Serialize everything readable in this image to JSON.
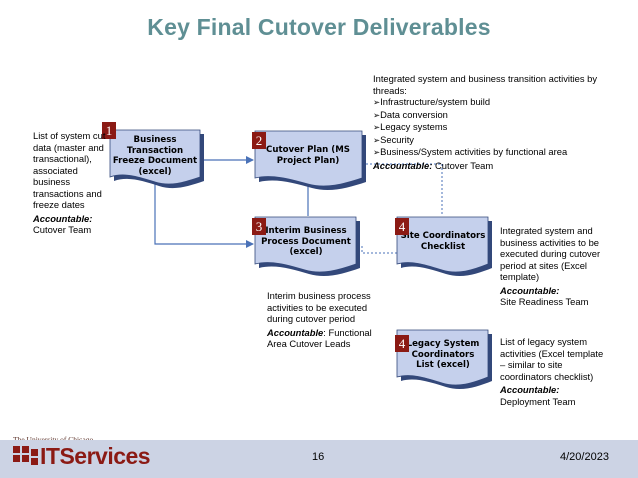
{
  "title": "Key Final Cutover Deliverables",
  "documents": [
    {
      "number": "1",
      "label": "Business Transaction Freeze Document (excel)"
    },
    {
      "number": "2",
      "label": "Cutover Plan (MS Project Plan)"
    },
    {
      "number": "3",
      "label": "Interim Business Process Document (excel)"
    },
    {
      "number": "4",
      "label": "Site Coordinators Checklist"
    },
    {
      "number": "4",
      "label": "Legacy System Coordinators List (excel)"
    }
  ],
  "notes": {
    "freeze": {
      "text": "List of system cut data (master and transactional), associated business transactions and freeze dates",
      "accountable_label": "Accountable:",
      "accountable": "Cutover Team"
    },
    "plan": {
      "intro": "Integrated system and business transition activities by threads:",
      "items": [
        "Infrastructure/system build",
        "Data conversion",
        "Legacy systems",
        "Security",
        "Business/System activities by functional area"
      ],
      "accountable_label": "Accountable:",
      "accountable": "Cutover Team"
    },
    "interim": {
      "text": "Interim business process activities to be executed during cutover period",
      "accountable_label": "Accountable",
      "accountable": ": Functional Area Cutover Leads"
    },
    "site": {
      "text": "Integrated system and business activities to be executed during cutover period at sites (Excel template)",
      "accountable_label": "Accountable:",
      "accountable": "Site Readiness Team"
    },
    "legacy": {
      "text": "List of legacy system activities (Excel template – similar to site coordinators checklist)",
      "accountable_label": "Accountable:",
      "accountable": "Deployment Team"
    }
  },
  "footer": {
    "university": "The University of Chicago",
    "logo_text": "ITServices",
    "page_number": "16",
    "date": "4/20/2023"
  },
  "colors": {
    "title": "#5f8f94",
    "doc_fill": "#c5d0ec",
    "badge": "#8b1a14",
    "connector": "#4a72b8",
    "footer": "#ccd3e4",
    "logo": "#8b1a14"
  }
}
